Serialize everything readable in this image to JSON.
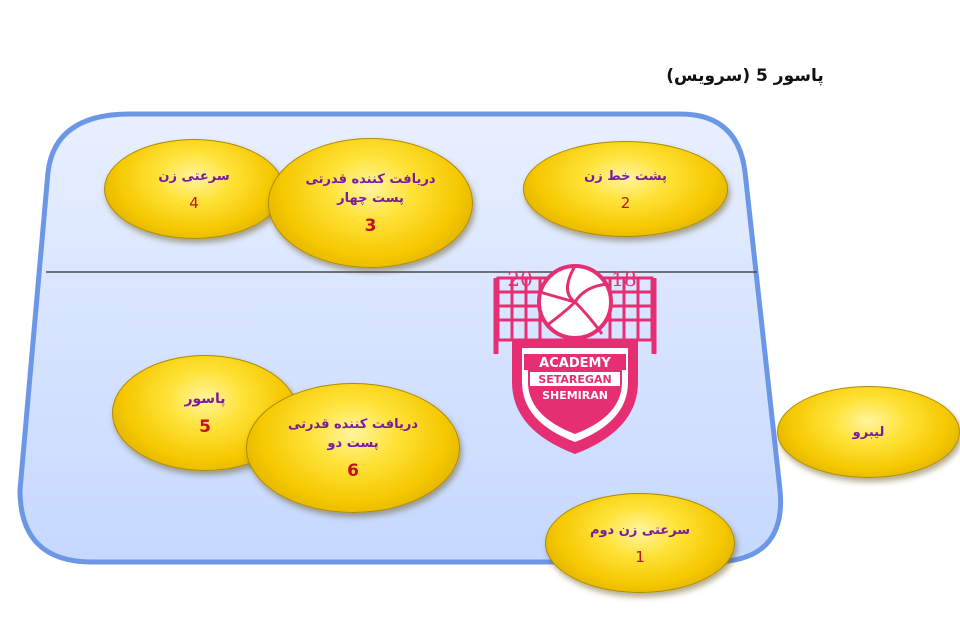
{
  "title": "پاسور 5 (سرویس)",
  "positions": [
    {
      "role": "سرعتی زن",
      "number": "4"
    },
    {
      "role_line1": "دریافت کننده قدرتی",
      "role_line2": "پست چهار",
      "number": "3"
    },
    {
      "role": "پشت خط زن",
      "number": "2"
    },
    {
      "role": "پاسور",
      "number": "5"
    },
    {
      "role_line1": "دریافت کننده قدرتی",
      "role_line2": "پست دو",
      "number": "6"
    },
    {
      "role": "سرعتی زن دوم",
      "number": "1"
    },
    {
      "role": "لیبرو"
    }
  ],
  "logo": {
    "year_left": "20",
    "year_right": "18",
    "line1": "ACADEMY",
    "line2": "SETAREGAN",
    "line3": "SHEMIRAN"
  },
  "colors": {
    "court_border": "#6c97e6",
    "court_fill": "#d6e4ff",
    "player_fill": "#f5c800",
    "role_text": "#7a1aa0",
    "number_text": "#c0121f",
    "logo_pink": "#e62f73"
  }
}
